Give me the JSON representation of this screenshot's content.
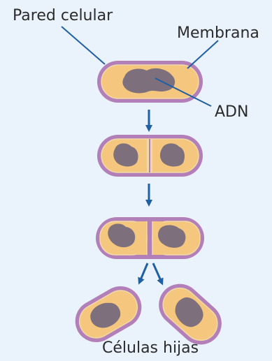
{
  "labels": {
    "cell_wall": "Pared celular",
    "membrane": "Membrana",
    "dna": "ADN",
    "daughter_cells": "Células hijas"
  },
  "colors": {
    "background": "#eaf2fb",
    "cell_wall": "#b27fb9",
    "cytoplasm": "#f5c77e",
    "membrane_line": "#f0d9a8",
    "dna": "#7d6f7c",
    "arrow": "#1f5fa3",
    "leader_line": "#1f5fa3",
    "text": "#2b2b2b"
  },
  "stages": [
    {
      "name": "parent-cell"
    },
    {
      "name": "dna-replication"
    },
    {
      "name": "septum-formation"
    },
    {
      "name": "daughter-cells"
    }
  ]
}
